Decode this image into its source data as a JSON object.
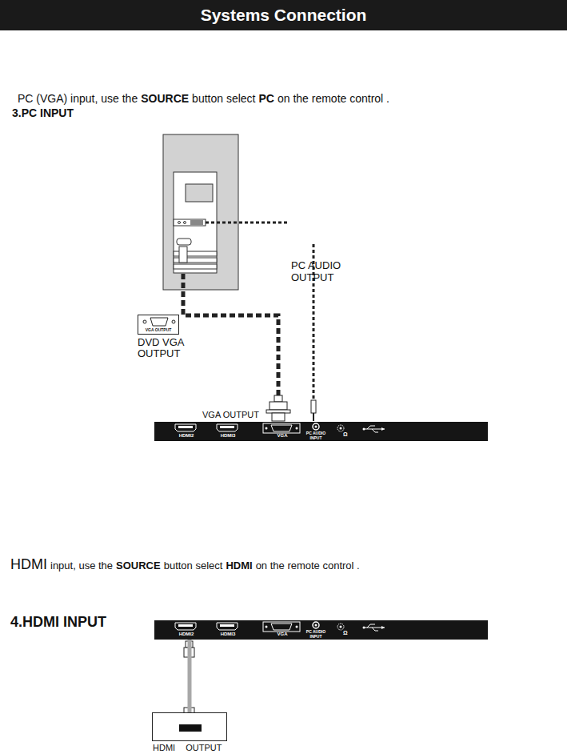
{
  "diagram": {
    "title": "Systems Connection",
    "nodes": [
      {
        "text": [
          "HDMI2",
          "HDMI3",
          "VGA",
          "PC AUDIO INPUT",
          "Ω"
        ]
      },
      {
        "text": [
          "VGA OUTPUT",
          "DVD VGA OUTPUT"
        ]
      },
      {
        "text": [
          "HDMI2",
          "HDMI3",
          "VGA",
          "PC AUDIO INPUT",
          "Ω"
        ]
      },
      {
        "text": [
          "HDMI OUTPUT"
        ]
      }
    ],
    "edges": [
      {
        "from": 3,
        "to": 2,
        "arrow": "none"
      }
    ],
    "labels": [
      "3.PC INPUT",
      "PC (VGA) input, use the",
      "SOURCE",
      "button select",
      "PC",
      "on the remote control .",
      "PC AUDIO OUTPUT",
      "VGA OUTPUT",
      "4.HDMI INPUT",
      "HDMI",
      "input, use the",
      "SOURCE",
      "button select",
      "HDMI",
      "on the remote control ."
    ]
  }
}
